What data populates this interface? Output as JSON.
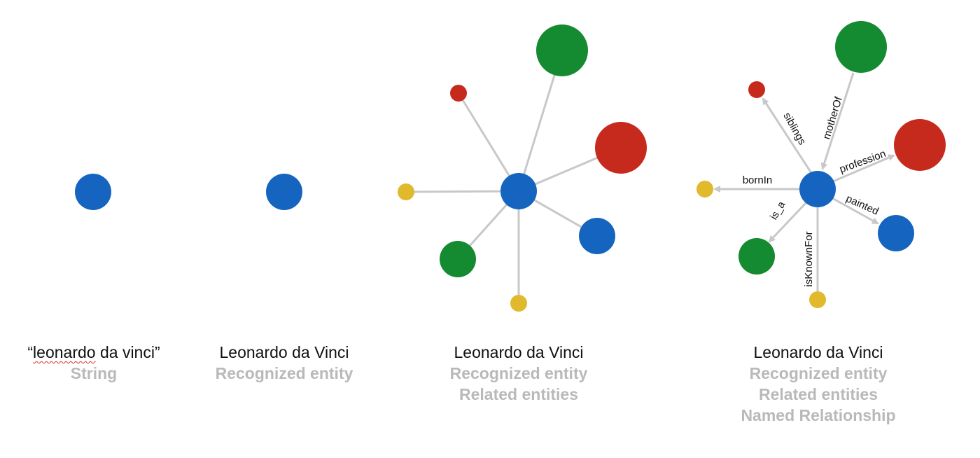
{
  "colors": {
    "blue": "#1565c0",
    "green": "#148a31",
    "red": "#c62a1d",
    "yellow": "#e0b92d",
    "edge": "#c8c8c8",
    "subtitle": "#b9b9b9"
  },
  "panels": [
    {
      "title_open": "“",
      "title_word": "leonardo",
      "title_rest": " da vinci”",
      "subtitles": [
        "String"
      ]
    },
    {
      "title": "Leonardo da Vinci",
      "subtitles": [
        "Recognized entity"
      ]
    },
    {
      "title": "Leonardo da Vinci",
      "subtitles": [
        "Recognized entity",
        "Related entities"
      ]
    },
    {
      "title": "Leonardo da Vinci",
      "subtitles": [
        "Recognized entity",
        "Related entities",
        "Named Relationship"
      ]
    }
  ],
  "relationships": {
    "siblings": "siblings",
    "motherOf": "motherOf",
    "profession": "profession",
    "bornIn": "bornIn",
    "painted": "painted",
    "is_a": "is_a",
    "isKnownFor": "isKnownFor"
  }
}
